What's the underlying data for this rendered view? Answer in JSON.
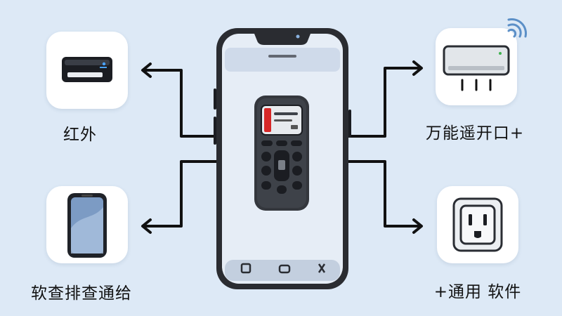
{
  "labels": {
    "top_left": "红外",
    "bottom_left": "软查排查通给",
    "top_right": "万能遥开口+",
    "bottom_right": "+通用 软件"
  },
  "icons": {
    "top_left": "ir-blaster-icon",
    "bottom_left": "phone-icon",
    "top_right": "air-conditioner-icon",
    "bottom_right": "power-outlet-icon",
    "center": "smartphone-with-remote-icon"
  },
  "colors": {
    "background": "#dde9f6",
    "card": "#ffffff",
    "arrow": "#111111",
    "phone_frame": "#2a2c31",
    "phone_screen": "#e6edf6",
    "remote_accent": "#d62828"
  }
}
